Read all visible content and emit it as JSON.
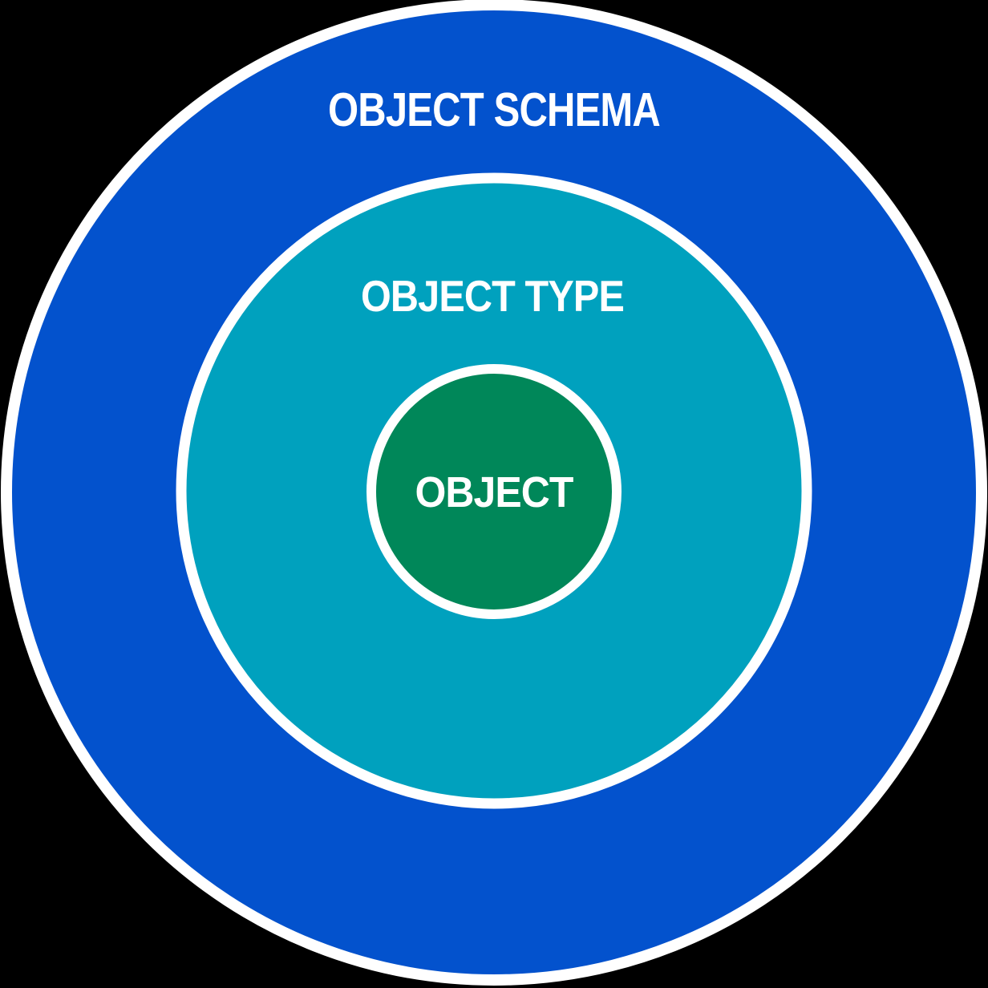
{
  "diagram": {
    "kind": "nested-concentric-circles",
    "outer_label": "OBJECT SCHEMA",
    "middle_label": "OBJECT TYPE",
    "inner_label": "OBJECT"
  },
  "colors": {
    "background": "#000000",
    "ring_stroke": "#FFFFFF",
    "label_text": "#FFFFFF",
    "outer_fill": "#0352CD",
    "middle_fill": "#00A1BE",
    "inner_fill": "#008759"
  }
}
